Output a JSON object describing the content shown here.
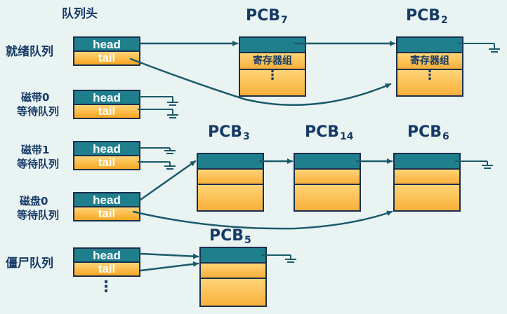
{
  "header": {
    "label": "队列头"
  },
  "queues": [
    {
      "label": "就绪队列",
      "head": "head",
      "tail": "tail"
    },
    {
      "label_line1": "磁带0",
      "label_line2": "等待队列",
      "head": "head",
      "tail": "tail"
    },
    {
      "label_line1": "磁带1",
      "label_line2": "等待队列",
      "head": "head",
      "tail": "tail"
    },
    {
      "label_line1": "磁盘0",
      "label_line2": "等待队列",
      "head": "head",
      "tail": "tail"
    },
    {
      "label": "僵尸队列",
      "head": "head",
      "tail": "tail"
    }
  ],
  "pcbs": {
    "p7": {
      "name": "PCB",
      "index": "7",
      "field": "寄存器组"
    },
    "p2": {
      "name": "PCB",
      "index": "2",
      "field": "寄存器组"
    },
    "p3": {
      "name": "PCB",
      "index": "3"
    },
    "p14": {
      "name": "PCB",
      "index": "14"
    },
    "p6": {
      "name": "PCB",
      "index": "6"
    },
    "p5": {
      "name": "PCB",
      "index": "5"
    }
  },
  "ellipsis": "⋮"
}
